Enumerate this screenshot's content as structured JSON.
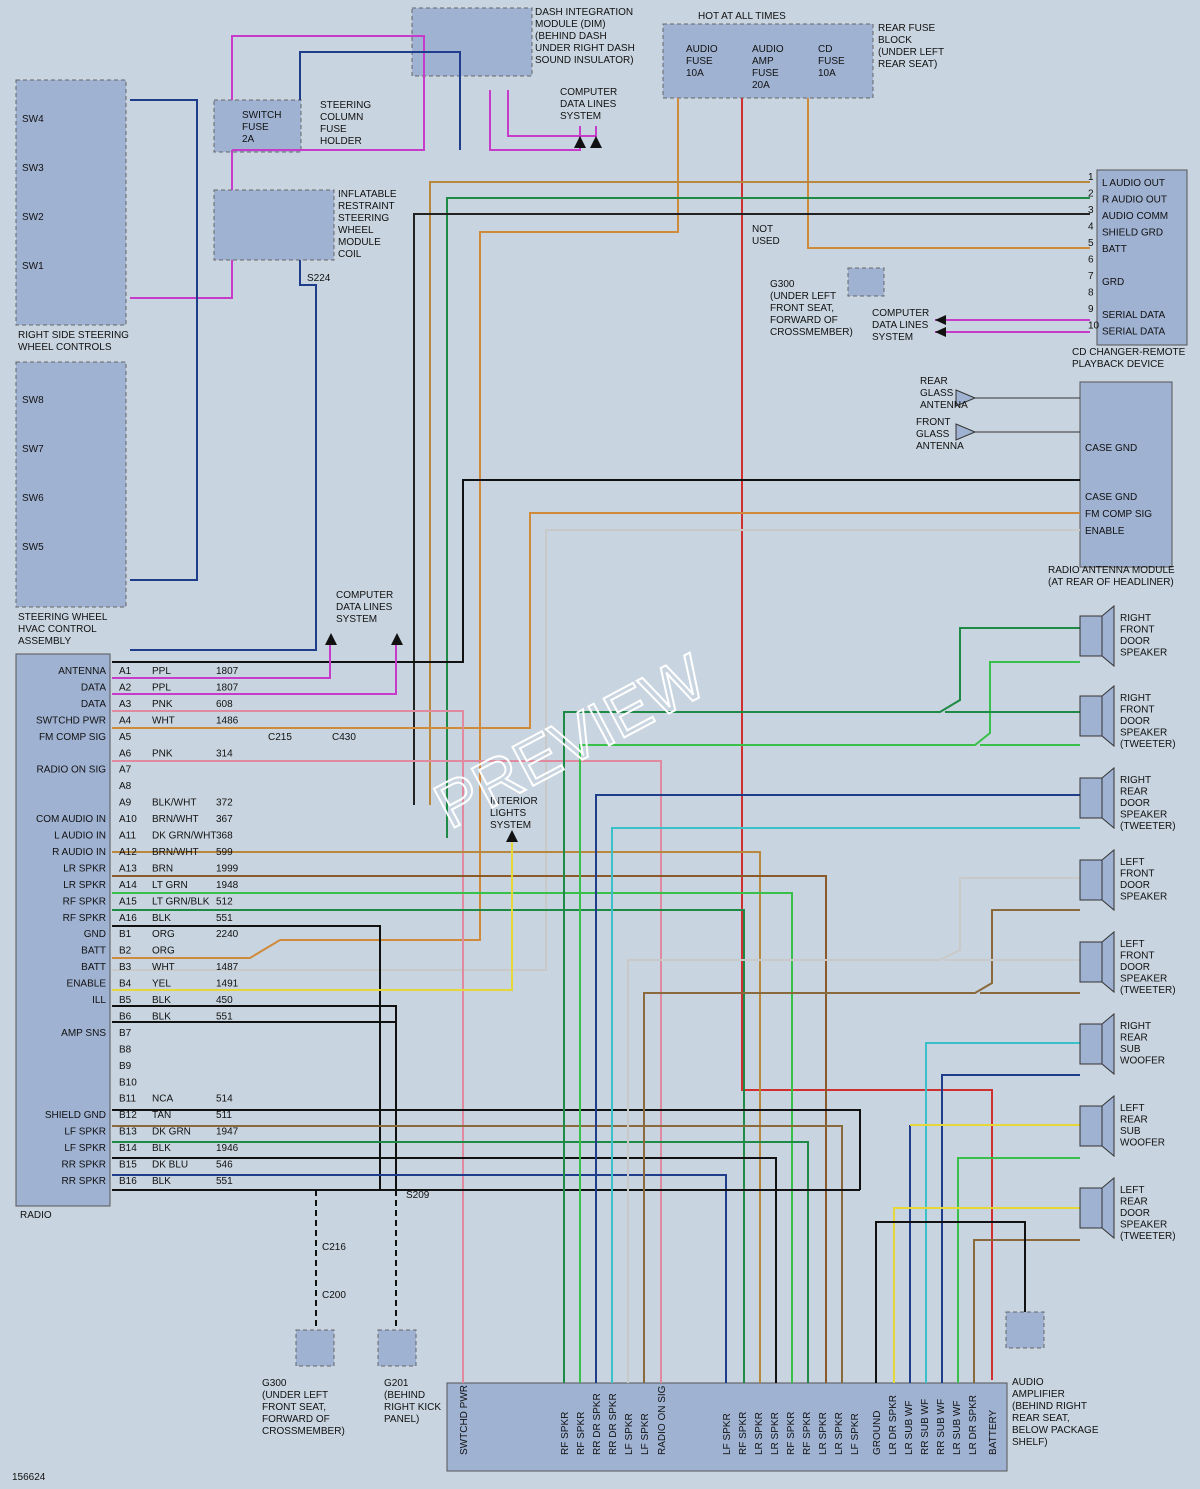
{
  "figure_id": "156624",
  "watermark": "PREVIEW",
  "components": {
    "dim": [
      "DASH INTEGRATION",
      "MODULE (DIM)",
      "(BEHIND DASH",
      "UNDER RIGHT DASH",
      "SOUND INSULATOR)"
    ],
    "rear_fuse": [
      "REAR FUSE",
      "BLOCK",
      "(UNDER LEFT",
      "REAR SEAT)"
    ],
    "hot_at_all_times": "HOT AT ALL TIMES",
    "fuses": [
      [
        "AUDIO",
        "FUSE",
        "10A"
      ],
      [
        "AUDIO",
        "AMP",
        "FUSE",
        "20A"
      ],
      [
        "CD",
        "FUSE",
        "10A"
      ]
    ],
    "steering_column_fuse_holder": [
      "STEERING",
      "COLUMN",
      "FUSE",
      "HOLDER"
    ],
    "switch_fuse": [
      "SWITCH",
      "FUSE",
      "2A"
    ],
    "coil": [
      "INFLATABLE",
      "RESTRAINT",
      "STEERING",
      "WHEEL",
      "MODULE",
      "COIL"
    ],
    "right_controls": [
      "RIGHT SIDE STEERING",
      "WHEEL CONTROLS"
    ],
    "hvac_controls": [
      "STEERING WHEEL",
      "HVAC CONTROL",
      "ASSEMBLY"
    ],
    "switches_top": [
      "SW4",
      "SW3",
      "SW2",
      "SW1"
    ],
    "switches_bottom": [
      "SW8",
      "SW7",
      "SW6",
      "SW5"
    ],
    "computer_data_lines": [
      "COMPUTER",
      "DATA LINES",
      "SYSTEM"
    ],
    "interior_lights": [
      "INTERIOR",
      "LIGHTS",
      "SYSTEM"
    ],
    "cd_changer": [
      "CD CHANGER-REMOTE",
      "PLAYBACK DEVICE"
    ],
    "cd_pins": [
      "L AUDIO OUT",
      "R AUDIO OUT",
      "AUDIO COMM",
      "SHIELD GRD",
      "BATT",
      "",
      "GRD",
      "",
      "SERIAL DATA",
      "SERIAL DATA"
    ],
    "g300_label": [
      "G300",
      "(UNDER LEFT",
      "FRONT SEAT,",
      "FORWARD OF",
      "CROSSMEMBER)"
    ],
    "antenna_module": [
      "RADIO ANTENNA MODULE",
      "(AT REAR OF HEADLINER)"
    ],
    "antenna_pins": [
      "CASE GND",
      "CASE GND",
      "FM COMP SIG",
      "ENABLE"
    ],
    "rear_glass_antenna": [
      "REAR",
      "GLASS",
      "ANTENNA"
    ],
    "front_glass_antenna": [
      "FRONT",
      "GLASS",
      "ANTENNA"
    ],
    "radio": "RADIO",
    "radio_pin_names": [
      "ANTENNA",
      "DATA",
      "DATA",
      "SWTCHD PWR",
      "FM COMP SIG",
      "",
      "RADIO ON SIG",
      "",
      "",
      "COM AUDIO IN",
      "L AUDIO IN",
      "R AUDIO IN",
      "LR SPKR",
      "LR SPKR",
      "RF SPKR",
      "RF SPKR",
      "GND",
      "BATT",
      "BATT",
      "ENABLE",
      "ILL",
      "",
      "AMP SNS",
      "",
      "",
      "",
      "",
      "SHIELD GND",
      "LF SPKR",
      "LF SPKR",
      "RR SPKR",
      "RR SPKR",
      "GND"
    ],
    "radio_pins": [
      "A1",
      "A2",
      "A3",
      "A4",
      "A5",
      "A6",
      "A7",
      "A8",
      "A9",
      "A10",
      "A11",
      "A12",
      "A13",
      "A14",
      "A15",
      "A16",
      "B1",
      "B2",
      "B3",
      "B4",
      "B5",
      "B6",
      "B7",
      "B8",
      "B9",
      "B10",
      "B11",
      "B12",
      "B13",
      "B14",
      "B15",
      "B16"
    ],
    "radio_colors": [
      "PPL",
      "PPL",
      "PNK",
      "WHT",
      "",
      "PNK",
      "",
      "",
      "BLK/WHT",
      "BRN/WHT",
      "DK GRN/WHT",
      "BRN/WHT",
      "BRN",
      "LT GRN",
      "LT GRN/BLK",
      "BLK",
      "ORG",
      "ORG",
      "WHT",
      "YEL",
      "BLK",
      "BLK",
      "",
      "",
      "",
      "",
      "NCA",
      "TAN",
      "DK GRN",
      "BLK",
      "DK BLU",
      "BLK"
    ],
    "radio_circuits": [
      "1807",
      "1807",
      "608",
      "1486",
      "",
      "314",
      "",
      "",
      "372",
      "367",
      "368",
      "599",
      "1999",
      "1948",
      "512",
      "551",
      "2240",
      "",
      "1487",
      "1491",
      "450",
      "551",
      "",
      "",
      "",
      "",
      "514",
      "511",
      "1947",
      "1946",
      "546",
      "551"
    ],
    "speakers": [
      [
        "RIGHT",
        "FRONT",
        "DOOR",
        "SPEAKER"
      ],
      [
        "RIGHT",
        "FRONT",
        "DOOR",
        "SPEAKER",
        "(TWEETER)"
      ],
      [
        "RIGHT",
        "REAR",
        "DOOR",
        "SPEAKER",
        "(TWEETER)"
      ],
      [
        "LEFT",
        "FRONT",
        "DOOR",
        "SPEAKER"
      ],
      [
        "LEFT",
        "FRONT",
        "DOOR",
        "SPEAKER",
        "(TWEETER)"
      ],
      [
        "RIGHT",
        "REAR",
        "SUB",
        "WOOFER"
      ],
      [
        "LEFT",
        "REAR",
        "SUB",
        "WOOFER"
      ],
      [
        "LEFT",
        "REAR",
        "DOOR",
        "SPEAKER",
        "(TWEETER)"
      ]
    ],
    "amplifier": [
      "AUDIO",
      "AMPLIFIER",
      "(BEHIND RIGHT",
      "REAR SEAT,",
      "BELOW PACKAGE",
      "SHELF)"
    ],
    "amp_pin_names_left": [
      "SWTCHD PWR",
      "RF SPKR",
      "RF SPKR",
      "RR DR SPKR",
      "RR DR SPKR",
      "LF SPKR",
      "LF SPKR",
      "RADIO ON SIG",
      "LF SPKR",
      "RF SPKR",
      "LR SPKR",
      "LR SPKR",
      "RF SPKR",
      "RF SPKR",
      "LR SPKR",
      "LR SPKR",
      "LF SPKR"
    ],
    "amp_pin_names_right": [
      "GROUND",
      "LR DR SPKR",
      "LR SUB WF",
      "RR SUB WF",
      "RR SUB WF",
      "LR SUB WF",
      "LR DR SPKR",
      "BATTERY"
    ],
    "g300_bottom": [
      "G300",
      "(UNDER LEFT",
      "FRONT SEAT,",
      "FORWARD OF",
      "CROSSMEMBER)"
    ],
    "g201": [
      "G201",
      "(BEHIND",
      "RIGHT KICK",
      "PANEL)"
    ],
    "s224": "S224",
    "s209": "S209",
    "c215": "C215",
    "c430": "C430",
    "c216": "C216",
    "c200": "C200",
    "not_used": [
      "NOT",
      "USED"
    ]
  }
}
